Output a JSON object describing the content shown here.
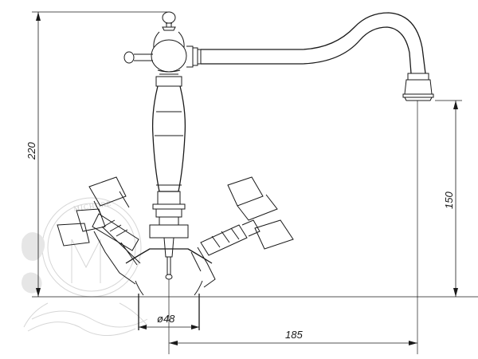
{
  "dimensions": {
    "overall_height": "220",
    "spout_height": "150",
    "spout_reach": "185",
    "base_diameter": "ø48"
  },
  "watermark": {
    "text": "MICHORE",
    "monogram": "M"
  },
  "colors": {
    "line": "#1a1a1a",
    "watermark": "#d6d6d6",
    "background": "#ffffff"
  }
}
